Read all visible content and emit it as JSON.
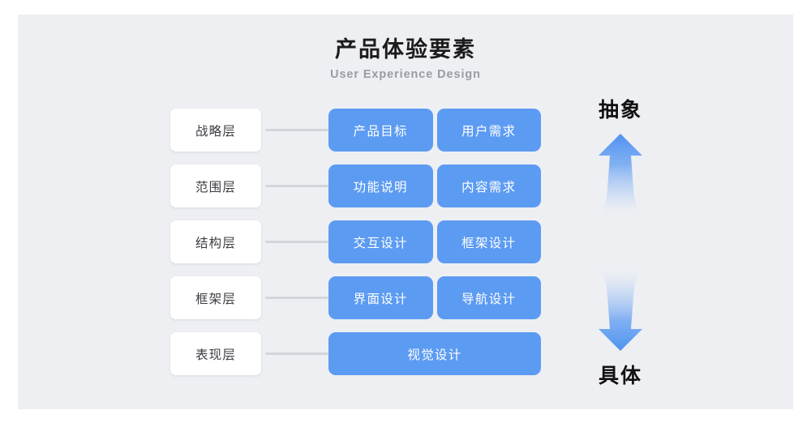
{
  "header": {
    "title": "产品体验要素",
    "subtitle": "User Experience Design"
  },
  "colors": {
    "panel_background": "#eeeff3",
    "box_blue": "#5c9bf2",
    "label_white": "#ffffff",
    "connector_gray": "#d3d5db",
    "title_text": "#1b1b1b",
    "subtitle_text": "#9a9ca4"
  },
  "rows": [
    {
      "layer": "战略层",
      "boxes": [
        "产品目标",
        "用户需求"
      ]
    },
    {
      "layer": "范围层",
      "boxes": [
        "功能说明",
        "内容需求"
      ]
    },
    {
      "layer": "结构层",
      "boxes": [
        "交互设计",
        "框架设计"
      ]
    },
    {
      "layer": "框架层",
      "boxes": [
        "界面设计",
        "导航设计"
      ]
    },
    {
      "layer": "表现层",
      "boxes": [
        "视觉设计"
      ]
    }
  ],
  "axis": {
    "top_label": "抽象",
    "bottom_label": "具体",
    "up_arrow_icon": "arrow-up-gradient-icon",
    "down_arrow_icon": "arrow-down-gradient-icon"
  }
}
